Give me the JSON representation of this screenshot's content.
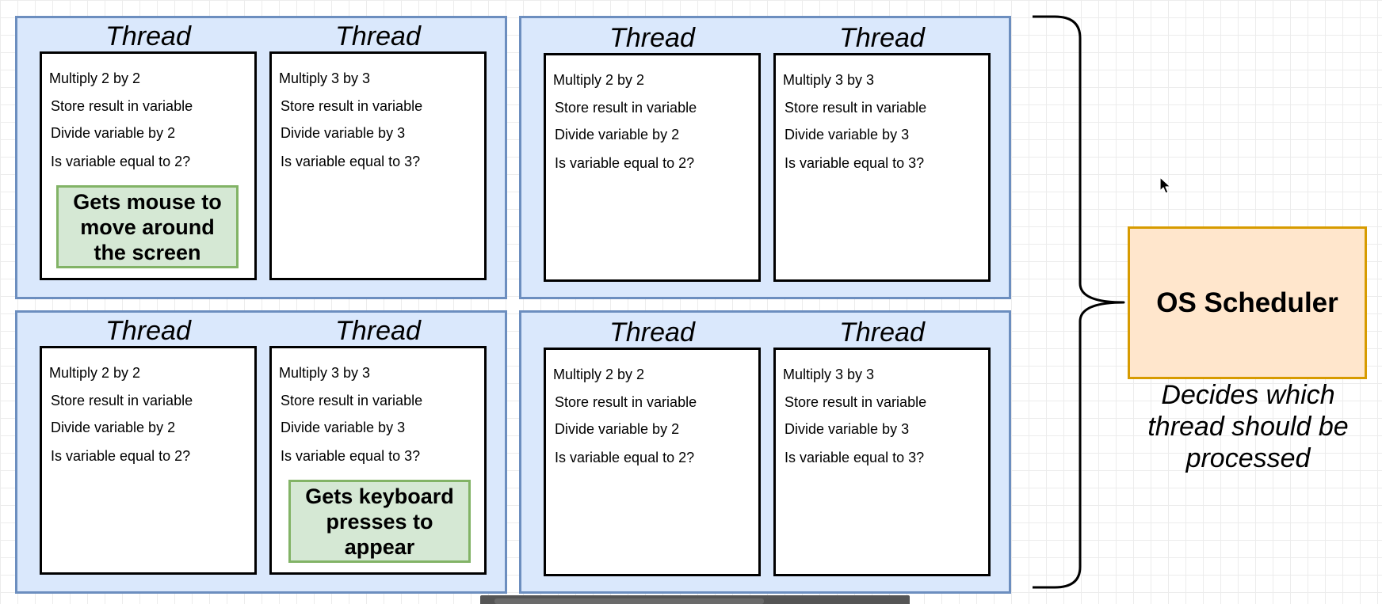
{
  "processes": [
    {
      "threads": [
        {
          "label": "Thread",
          "lines": [
            "Multiply 2 by 2",
            "Store result in variable",
            "Divide variable by 2",
            "Is variable equal to 2?"
          ],
          "note": [
            "Gets mouse to",
            "move around",
            "the screen"
          ]
        },
        {
          "label": "Thread",
          "lines": [
            "Multiply 3 by 3",
            "Store result in variable",
            "Divide variable by 3",
            "Is variable equal to 3?"
          ]
        }
      ]
    },
    {
      "threads": [
        {
          "label": "Thread",
          "lines": [
            "Multiply 2 by 2",
            "Store result in variable",
            "Divide variable by 2",
            "Is variable equal to 2?"
          ]
        },
        {
          "label": "Thread",
          "lines": [
            "Multiply 3 by 3",
            "Store result in variable",
            "Divide variable by 3",
            "Is variable equal to 3?"
          ]
        }
      ]
    },
    {
      "threads": [
        {
          "label": "Thread",
          "lines": [
            "Multiply 2 by 2",
            "Store result in variable",
            "Divide variable by 2",
            "Is variable equal to 2?"
          ]
        },
        {
          "label": "Thread",
          "lines": [
            "Multiply 3 by 3",
            "Store result in variable",
            "Divide variable by 3",
            "Is variable equal to 3?"
          ],
          "note": [
            "Gets keyboard",
            "presses to",
            "appear"
          ]
        }
      ]
    },
    {
      "threads": [
        {
          "label": "Thread",
          "lines": [
            "Multiply 2 by 2",
            "Store result in variable",
            "Divide variable by 2",
            "Is variable equal to 2?"
          ]
        },
        {
          "label": "Thread",
          "lines": [
            "Multiply 3 by 3",
            "Store result in variable",
            "Divide variable by 3",
            "Is variable equal to 3?"
          ]
        }
      ]
    }
  ],
  "scheduler": {
    "label": "OS Scheduler",
    "caption": [
      "Decides which",
      "thread should be",
      "processed"
    ]
  },
  "colors": {
    "process_fill": "#dae8fc",
    "process_border": "#6c8ebf",
    "note_fill": "#d5e8d4",
    "note_border": "#82b366",
    "scheduler_fill": "#ffe6cc",
    "scheduler_border": "#d79b00"
  },
  "icons": {
    "brace": "right-curly-brace-icon",
    "cursor": "mouse-pointer-icon"
  }
}
